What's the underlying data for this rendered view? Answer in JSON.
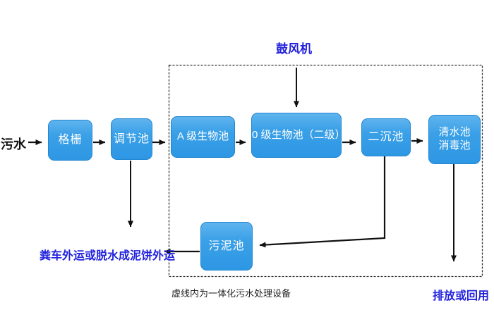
{
  "diagram": {
    "source_label": "污水",
    "blower_label": "鼓风机",
    "nodes": {
      "grid": "格栅",
      "regulating_tank": "调节池",
      "a_bio_tank": "A 级生物池",
      "o_bio_tank": "0 级生物池（二级）",
      "secondary_clarifier": "二沉池",
      "clearwater_line1": "清水池",
      "clearwater_line2": "消毒池",
      "sludge_tank": "污泥池"
    },
    "labels": {
      "sludge_disposal": "粪车外运或脱水成泥饼外运",
      "dashed_box_note": "虚线内为一体化污水处理设备",
      "discharge": "排放或回用"
    },
    "colors": {
      "node_fill": "#2e97e4",
      "node_fill_top": "#5fb4ee",
      "node_border": "#2386d0",
      "blue_label": "#2222dd",
      "connector": "#111111",
      "dashed_border": "#333333"
    }
  }
}
